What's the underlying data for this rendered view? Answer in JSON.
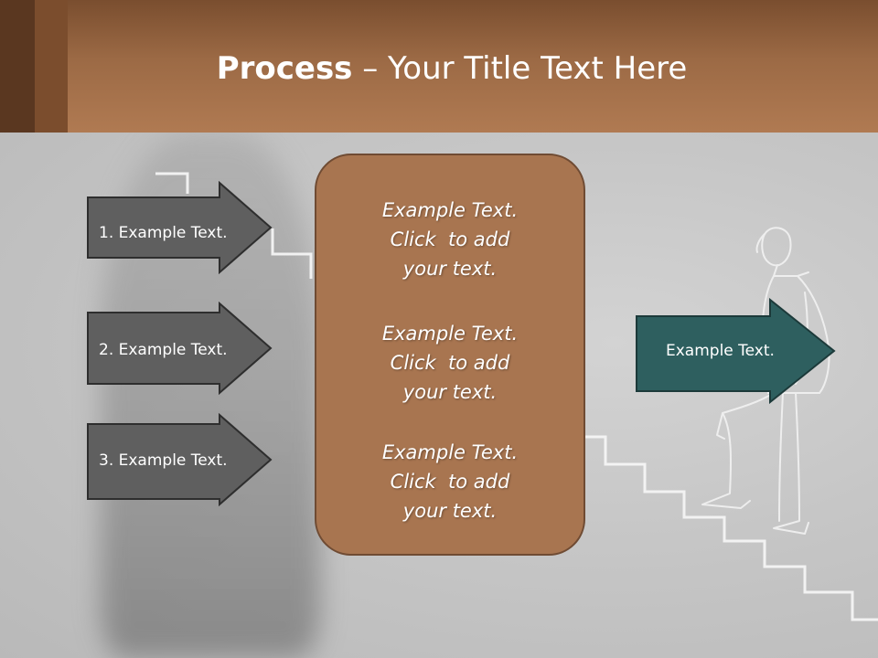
{
  "slide": {
    "title_bold": "Process",
    "title_rest": " – Your Title Text Here"
  },
  "left_arrows": [
    {
      "label": "1. Example Text."
    },
    {
      "label": "2. Example Text."
    },
    {
      "label": "3. Example Text."
    }
  ],
  "center_panel": {
    "items": [
      {
        "line1": "Example Text.",
        "line2": "Click  to add",
        "line3": "your text."
      },
      {
        "line1": "Example Text.",
        "line2": "Click  to add",
        "line3": "your text."
      },
      {
        "line1": "Example Text.",
        "line2": "Click  to add",
        "line3": "your text."
      }
    ]
  },
  "right_arrow": {
    "label": "Example Text."
  },
  "colors": {
    "header": "#a87550",
    "panel": "#a87550",
    "left_arrow": "#5f5f5f",
    "right_arrow": "#2e5f5f"
  }
}
